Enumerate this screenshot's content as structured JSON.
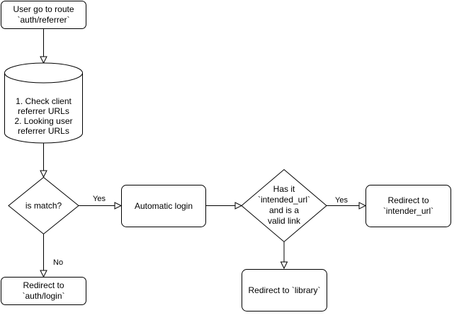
{
  "nodes": {
    "start": [
      "User go to route",
      "`auth/referrer`"
    ],
    "check": [
      "1. Check client",
      "referrer URLs",
      "2. Looking user",
      "referrer URLs"
    ],
    "match": [
      "is match?"
    ],
    "login_redirect": [
      "Redirect to",
      "`auth/login`"
    ],
    "auto_login": [
      "Automatic login"
    ],
    "intended": [
      "Has it",
      "`intended_url`",
      "and is a",
      "valid link"
    ],
    "intended_redirect": [
      "Redirect to",
      "`intender_url`"
    ],
    "library_redirect": [
      "Redirect to `library`"
    ]
  },
  "edges": {
    "match_yes": "Yes",
    "match_no": "No",
    "intended_yes": "Yes"
  },
  "colors": {
    "stroke": "#000000",
    "fill": "#ffffff"
  }
}
